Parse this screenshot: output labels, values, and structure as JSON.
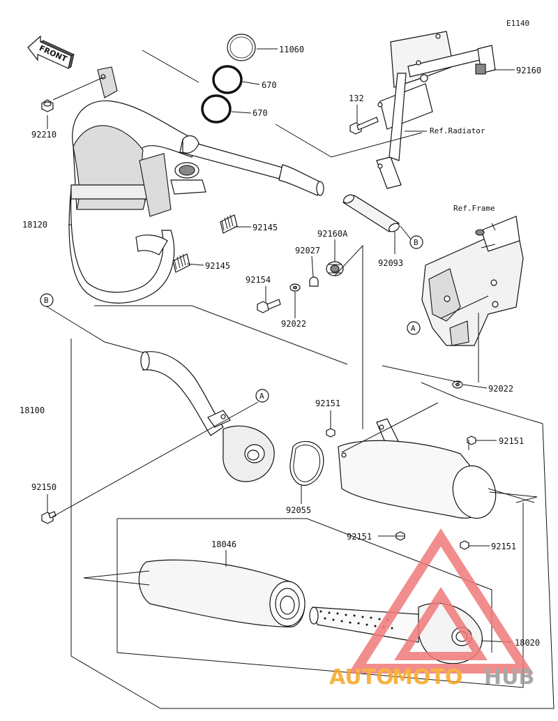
{
  "diagram": {
    "code": "E1140",
    "front_label": "FRONT",
    "ref_labels": {
      "radiator": "Ref.Radiator",
      "frame": "Ref.Frame"
    },
    "callouts": {
      "a": "A",
      "b": "B"
    },
    "parts": [
      {
        "number": "11060"
      },
      {
        "number": "670"
      },
      {
        "number": "670"
      },
      {
        "number": "92160"
      },
      {
        "number": "132"
      },
      {
        "number": "92210"
      },
      {
        "number": "18120"
      },
      {
        "number": "92145"
      },
      {
        "number": "92145"
      },
      {
        "number": "92160A"
      },
      {
        "number": "92027"
      },
      {
        "number": "92154"
      },
      {
        "number": "92022"
      },
      {
        "number": "92093"
      },
      {
        "number": "18100"
      },
      {
        "number": "92151"
      },
      {
        "number": "92151"
      },
      {
        "number": "92151"
      },
      {
        "number": "92151"
      },
      {
        "number": "92022"
      },
      {
        "number": "92150"
      },
      {
        "number": "92055"
      },
      {
        "number": "18046"
      },
      {
        "number": "18020"
      }
    ]
  },
  "watermark": {
    "text_a": "AUTO",
    "text_b": "MOTO",
    "text_c": "HUB",
    "colors": {
      "triangle": "#f07a7a",
      "orange": "#f5a623",
      "gray": "#9a9a9a"
    }
  }
}
